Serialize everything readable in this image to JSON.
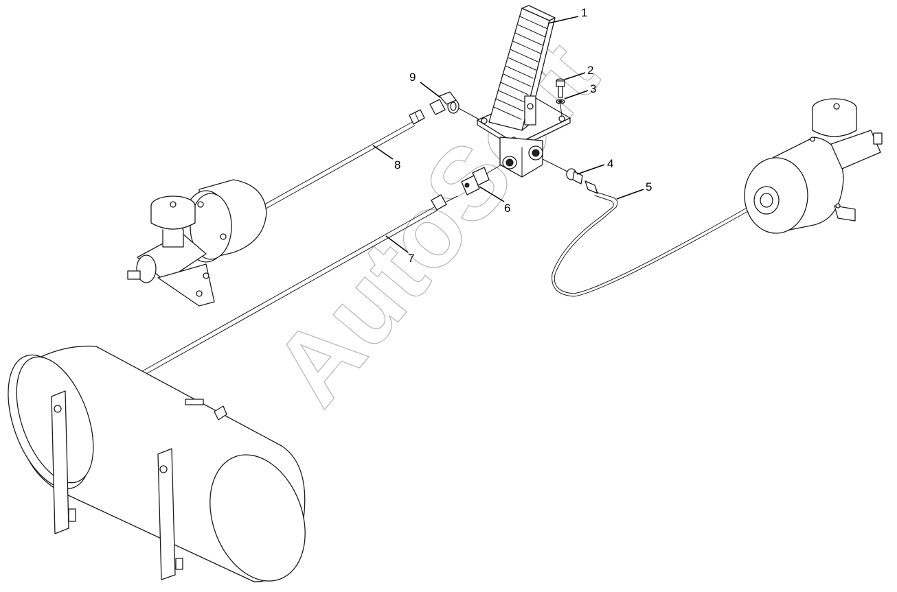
{
  "callouts": [
    {
      "id": "1",
      "label": "1"
    },
    {
      "id": "2",
      "label": "2"
    },
    {
      "id": "3",
      "label": "3"
    },
    {
      "id": "4",
      "label": "4"
    },
    {
      "id": "5",
      "label": "5"
    },
    {
      "id": "6",
      "label": "6"
    },
    {
      "id": "7",
      "label": "7"
    },
    {
      "id": "8",
      "label": "8"
    },
    {
      "id": "9",
      "label": "9"
    }
  ],
  "watermark": "AutoSoft"
}
